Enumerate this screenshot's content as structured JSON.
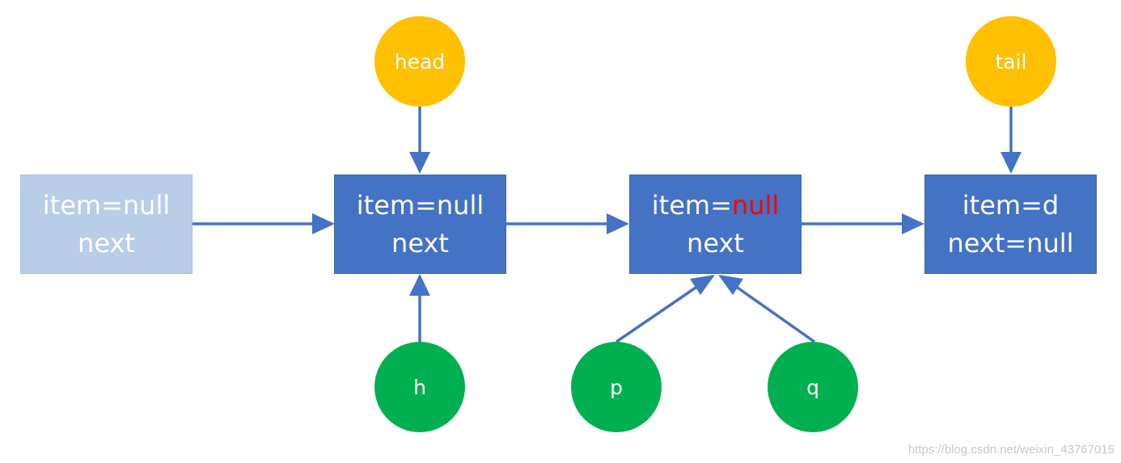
{
  "colors": {
    "node_fill": "#4472c4",
    "faded_fill": "#b9cde8",
    "pointer_yellow": "#ffc000",
    "pointer_green": "#00b050",
    "arrow": "#4472c4",
    "highlight": "#ff0000"
  },
  "nodes": [
    {
      "line1": "item=null",
      "line2": "next"
    },
    {
      "line1": "item=null",
      "line2": "next"
    },
    {
      "line1_prefix": "item=",
      "line1_highlight": "null",
      "line2": "next"
    },
    {
      "line1": "item=d",
      "line2": "next=null"
    }
  ],
  "pointers": {
    "head": "head",
    "tail": "tail",
    "h": "h",
    "p": "p",
    "q": "q"
  },
  "watermark": "https://blog.csdn.net/weixin_43767015"
}
